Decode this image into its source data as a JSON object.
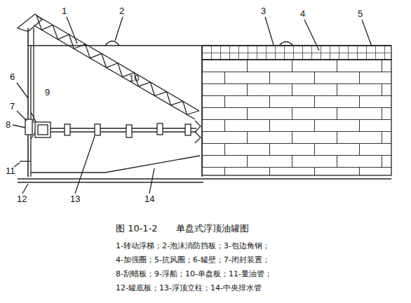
{
  "diagram": {
    "caption": "图 10-1-2　　单盘式浮顶油罐图",
    "labels": [
      "1",
      "2",
      "3",
      "4",
      "5",
      "6",
      "7",
      "8",
      "9",
      "10",
      "11",
      "12",
      "13",
      "14",
      "1-转动浮梯；2-泡沫消防挡板；3-包边角钢；",
      "4-加强圈；5-抗风圈；6-罐壁；7-闭封装置；",
      "8-刮蜡板；9-浮船；10-单盘板；11-量油管；",
      "12-罐底板；13-浮顶立柱；14-中央排水管"
    ]
  }
}
